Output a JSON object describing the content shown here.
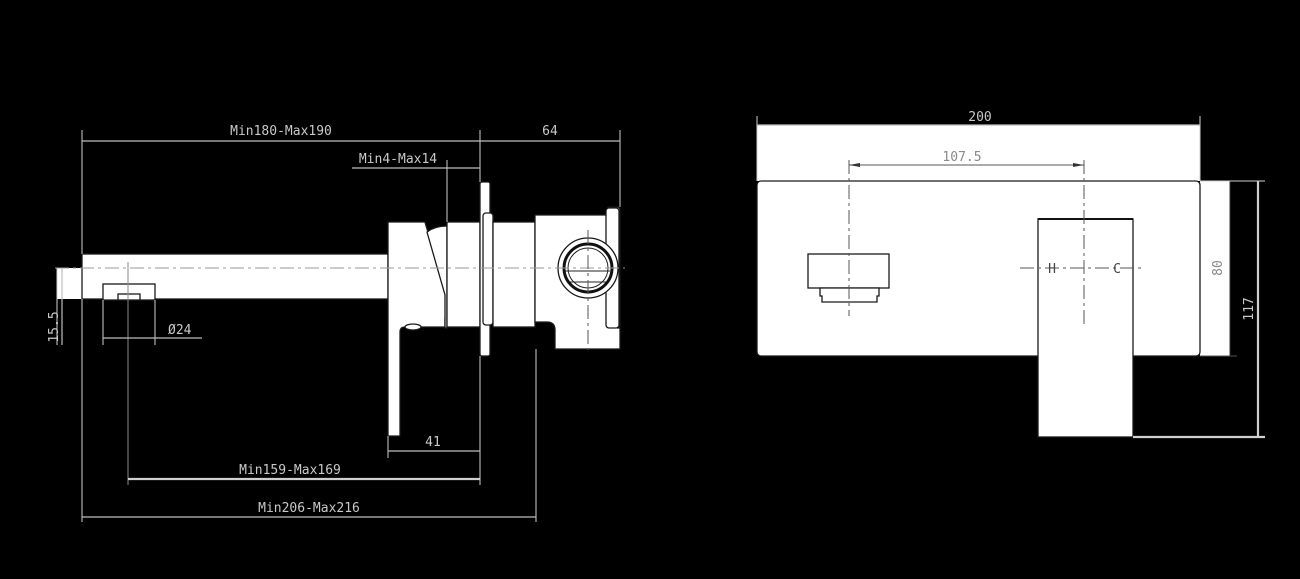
{
  "drawing": {
    "type": "technical-drawing",
    "subject": "wall-mounted basin mixer with spout",
    "side_view": {
      "dimensions": {
        "spout_length": "Min180-Max190",
        "body_depth": "64",
        "wall_gap": "Min4-Max14",
        "spout_height": "15.5",
        "outlet_diameter": "Ø24",
        "lever_offset": "41",
        "outlet_to_wall": "Min159-Max169",
        "overall_length": "Min206-Max216"
      }
    },
    "front_view": {
      "dimensions": {
        "plate_width": "200",
        "outlet_to_handle": "107.5",
        "plate_height": "80",
        "overall_height": "117"
      },
      "labels": {
        "hot": "H",
        "cold": "C"
      }
    },
    "colors": {
      "background": "#000000",
      "part_fill": "#ffffff",
      "outline": "#1a1a1a",
      "dimension": "#bdbdbd"
    }
  }
}
